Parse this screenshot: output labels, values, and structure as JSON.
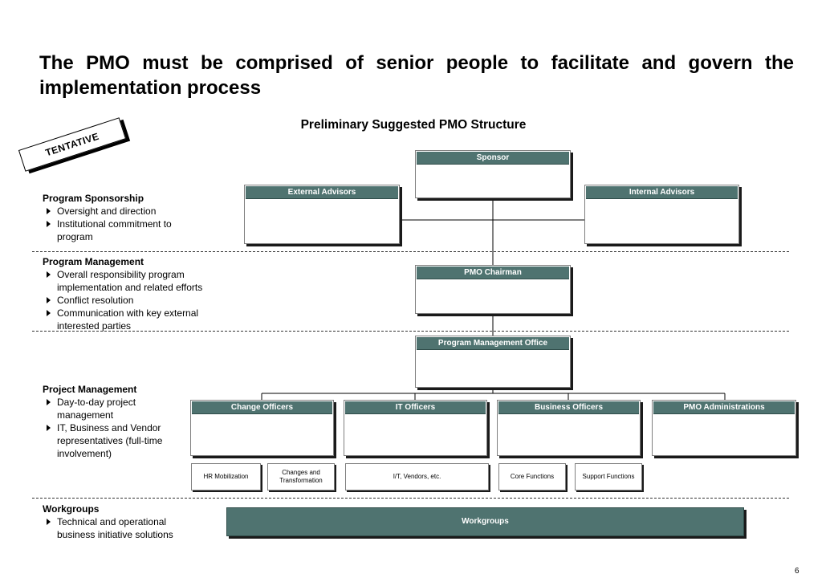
{
  "title": "The PMO must be comprised of senior people to facilitate and govern the implementation process",
  "subtitle": "Preliminary Suggested PMO Structure",
  "stamp": "TENTATIVE",
  "sections": [
    {
      "head": "Program Sponsorship",
      "items": [
        "Oversight and direction",
        "Institutional commitment to program"
      ]
    },
    {
      "head": "Program Management",
      "items": [
        "Overall responsibility program implementation and related efforts",
        "Conflict resolution",
        "Communication with key external interested parties"
      ]
    },
    {
      "head": "Project Management",
      "items": [
        "Day-to-day project management",
        "IT, Business and Vendor representatives (full-time involvement)"
      ]
    },
    {
      "head": "Workgroups",
      "items": [
        "Technical and operational business initiative solutions"
      ]
    }
  ],
  "boxes": {
    "sponsor": "Sponsor",
    "external_advisors": "External Advisors",
    "internal_advisors": "Internal Advisors",
    "pmo_chairman": "PMO Chairman",
    "program_management_office": "Program Management Office",
    "change_officers": "Change Officers",
    "it_officers": "IT Officers",
    "business_officers": "Business Officers",
    "pmo_administrations": "PMO Administrations"
  },
  "sub_boxes": {
    "hr_mobilization": "HR Mobilization",
    "changes_transformation": "Changes and Transformation",
    "it_vendors": "I/T, Vendors, etc.",
    "core_functions": "Core Functions",
    "support_functions": "Support Functions"
  },
  "workgroups": "Workgroups",
  "page_number": "6"
}
